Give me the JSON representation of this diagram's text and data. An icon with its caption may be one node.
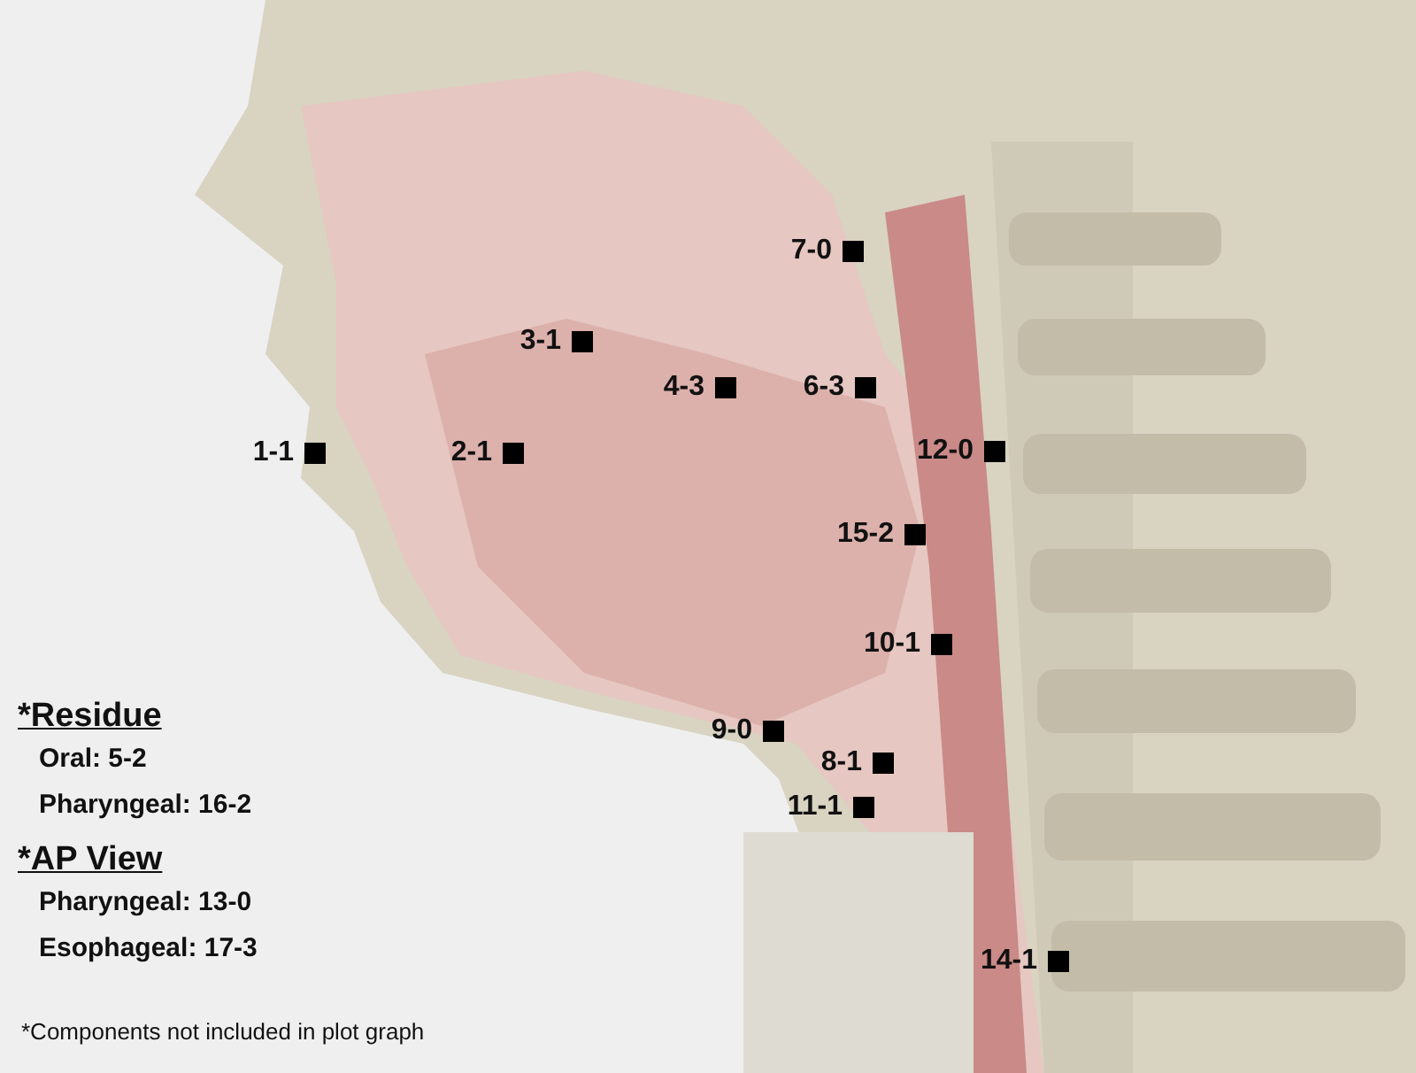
{
  "diagram": {
    "labels": [
      "7-0",
      "3-1",
      "4-3",
      "6-3",
      "1-1",
      "2-1",
      "12-0",
      "15-2",
      "10-1",
      "9-0",
      "8-1",
      "11-1",
      "14-1",
      "*Residue",
      "Oral: 5-2",
      "Pharyngeal: 16-2",
      "*AP View",
      "Pharyngeal: 13-0",
      "Esophageal: 17-3",
      "*Components not included in plot graph"
    ]
  }
}
